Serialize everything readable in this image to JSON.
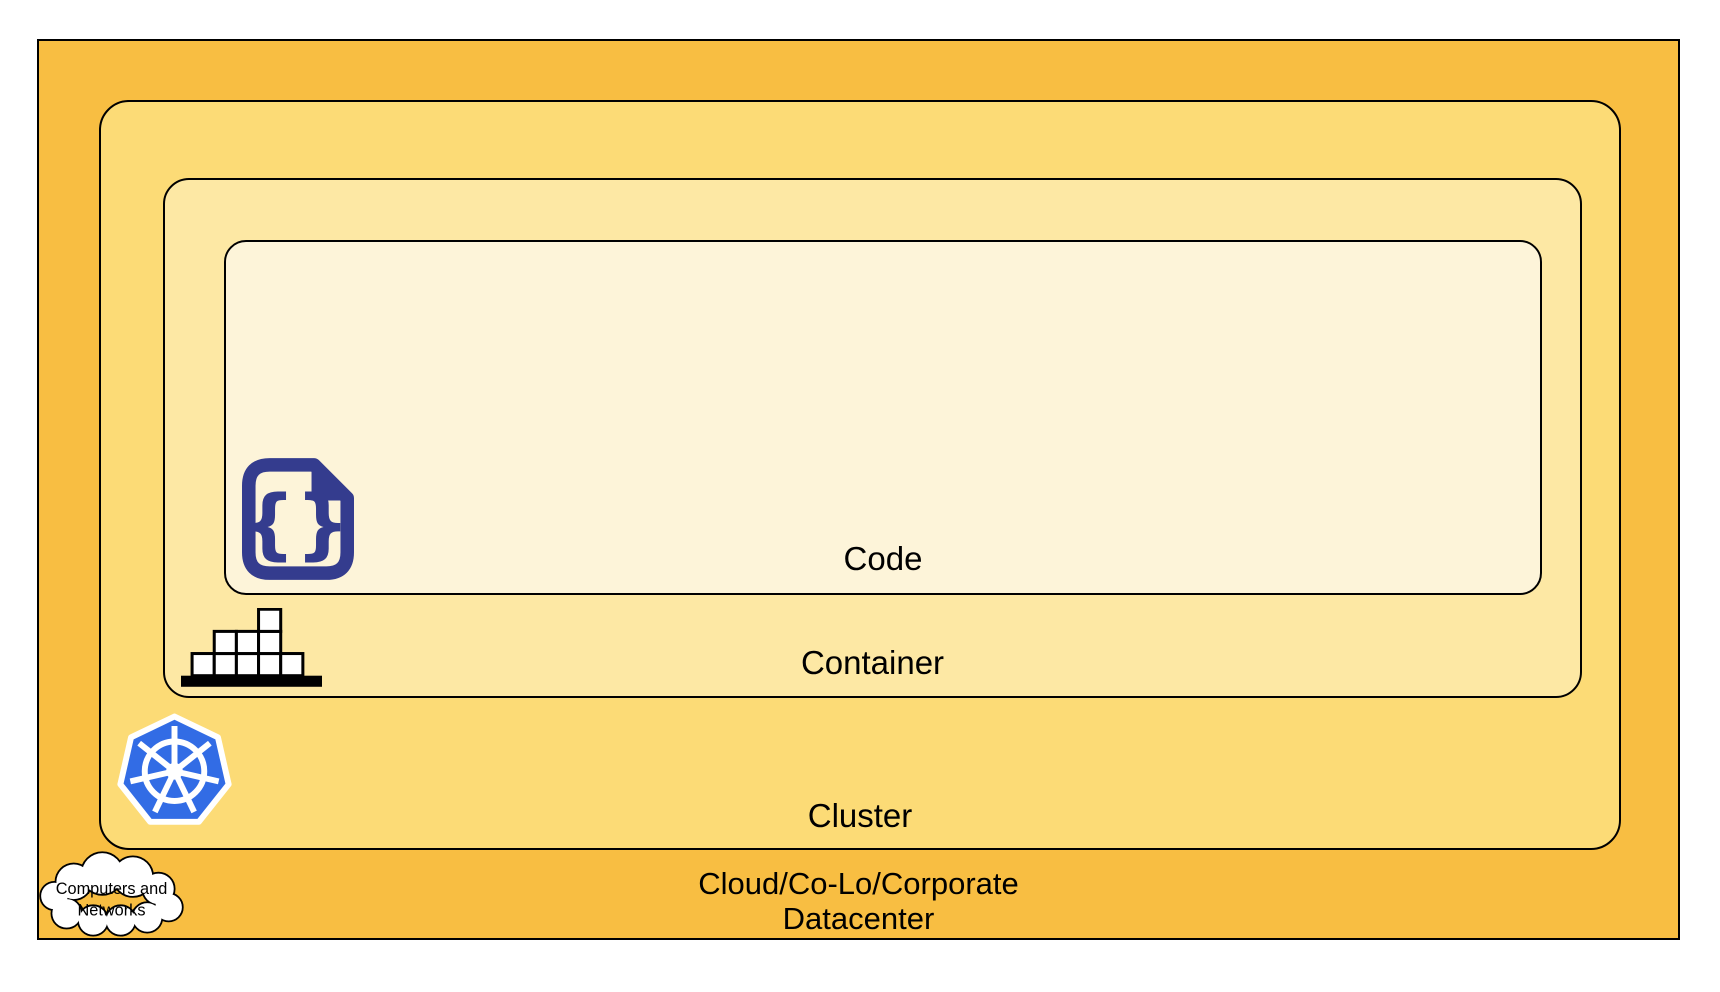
{
  "diagram": {
    "layers": {
      "datacenter": {
        "label_line1": "Cloud/Co-Lo/Corporate",
        "label_line2": "Datacenter",
        "fill": "#F8BE42"
      },
      "cluster": {
        "label": "Cluster",
        "fill": "#FCDB76"
      },
      "container": {
        "label": "Container",
        "fill": "#FDE8A4"
      },
      "code": {
        "label": "Code",
        "fill": "#FDF4D9"
      }
    },
    "icons": {
      "cloud": {
        "semantic": "computers-and-networks-cloud-icon",
        "line1": "Computers and",
        "line2": "Networks",
        "fill": "#FFFFFF",
        "stroke": "#000000"
      },
      "kubernetes": {
        "semantic": "kubernetes-helm-icon",
        "color": "#326CE5",
        "wheel_color": "#FFFFFF"
      },
      "container_stack": {
        "semantic": "container-stack-icon",
        "block_fill": "#FFFFFF",
        "base_color": "#000000"
      },
      "code_file": {
        "semantic": "code-file-icon",
        "color": "#343C8E",
        "glyph": "{}"
      }
    },
    "border_color": "#000000",
    "background": "#FFFFFF"
  }
}
